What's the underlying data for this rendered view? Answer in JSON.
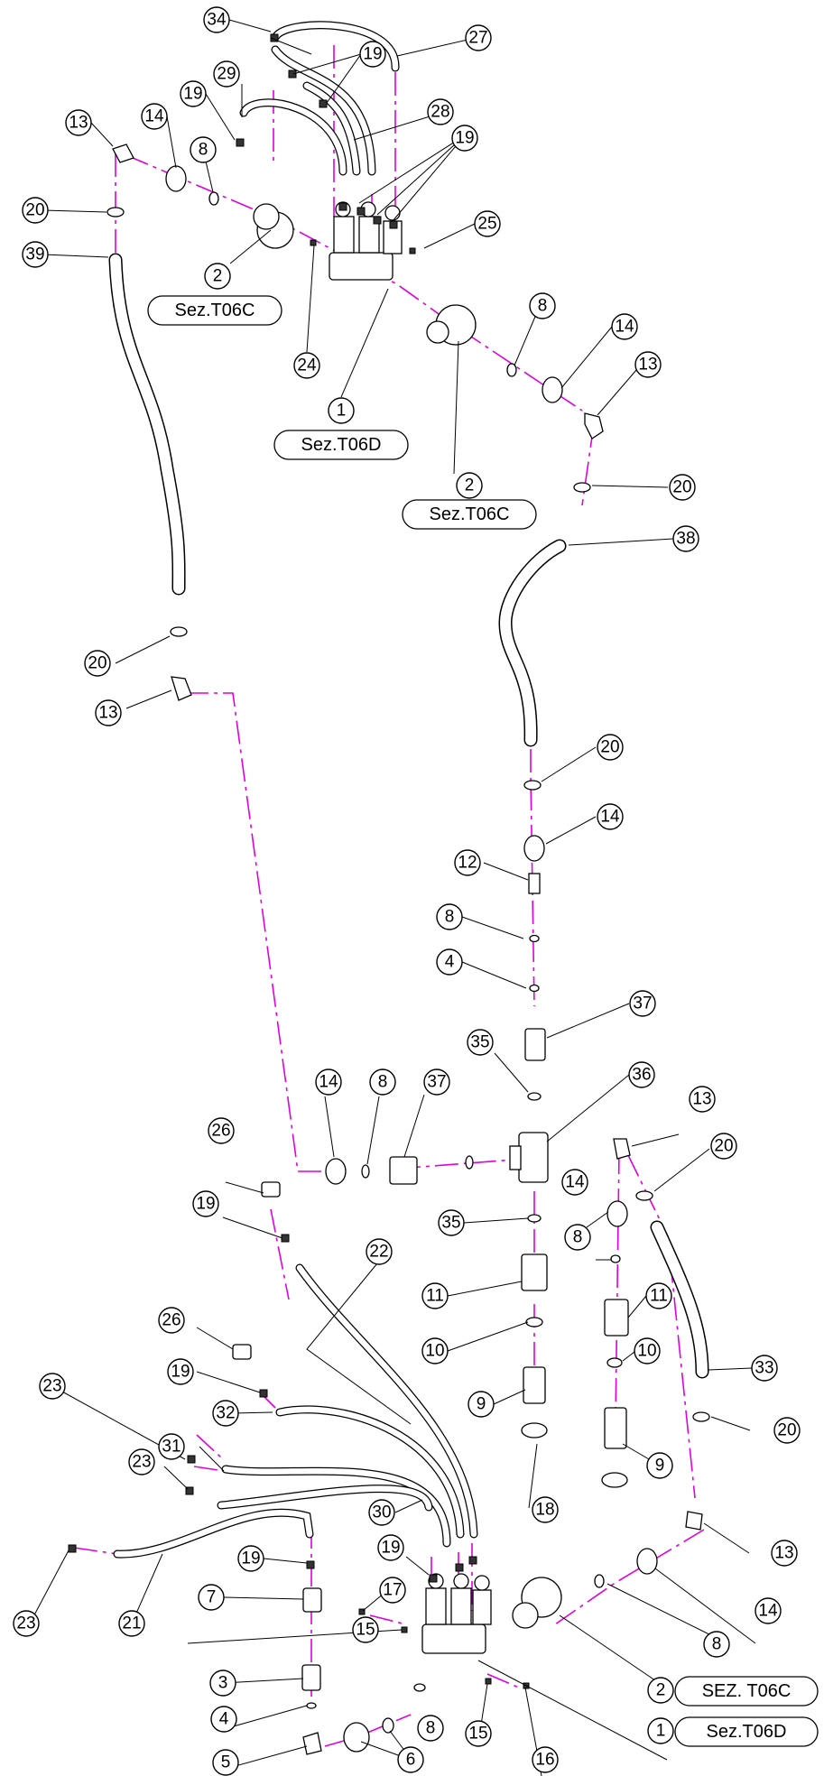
{
  "callouts": {
    "c34": "34",
    "c19_top": "19",
    "c27": "27",
    "c29": "29",
    "c19_left_top": "19",
    "c28": "28",
    "c19_right_top": "19",
    "c13_tl": "13",
    "c14_tl": "14",
    "c8_tl": "8",
    "c20_tl": "20",
    "c39": "39",
    "c25": "25",
    "c2_tl": "2",
    "c24": "24",
    "c1_top": "1",
    "c8_tr": "8",
    "c14_tr": "14",
    "c13_tr": "13",
    "c2_tr": "2",
    "c20_tr": "20",
    "c38": "38",
    "c20_left_mid": "20",
    "c13_left_mid": "13",
    "c20_mid": "20",
    "c14_mid": "14",
    "c12": "12",
    "c8_mid": "8",
    "c4_mid": "4",
    "c37_mid": "37",
    "c35_upper": "35",
    "c36": "36",
    "c13_right_mid": "13",
    "c20_right_mid": "20",
    "c26_upper": "26",
    "c14_lower_left": "14",
    "c8_lower_left": "8",
    "c37_lower_left": "37",
    "c14_right_mid": "14",
    "c19_mid": "19",
    "c35_lower": "35",
    "c8_right_mid": "8",
    "c22": "22",
    "c11_left": "11",
    "c11_right": "11",
    "c10_left": "10",
    "c10_right": "10",
    "c33": "33",
    "c26_lower": "26",
    "c19_lower": "19",
    "c9_left": "9",
    "c23_upper": "23",
    "c32": "32",
    "c20_lower_right": "20",
    "c31": "31",
    "c9_right": "9",
    "c23_mid": "23",
    "c18": "18",
    "c30": "30",
    "c13_lower_right": "13",
    "c19_bottom": "19",
    "c14_lower_right": "14",
    "c23_left": "23",
    "c21": "21",
    "c19_bottom_left": "19",
    "c7": "7",
    "c17": "17",
    "c15_left": "15",
    "c8_bottom_right": "8",
    "c3": "3",
    "c2_bottom": "2",
    "c4_bottom": "4",
    "c8_bottom": "8",
    "c15_bottom": "15",
    "c1_bottom": "1",
    "c16": "16",
    "c5": "5",
    "c6": "6"
  },
  "refs": {
    "r_t06c_left": "Sez.T06C",
    "r_t06d_top": "Sez.T06D",
    "r_t06c_right": "Sez.T06C",
    "r_t06c_bottom": "SEZ. T06C",
    "r_t06d_bottom": "Sez.T06D"
  },
  "colors": {
    "axis_line": "#e000e0",
    "line": "#000000",
    "background": "#ffffff"
  }
}
